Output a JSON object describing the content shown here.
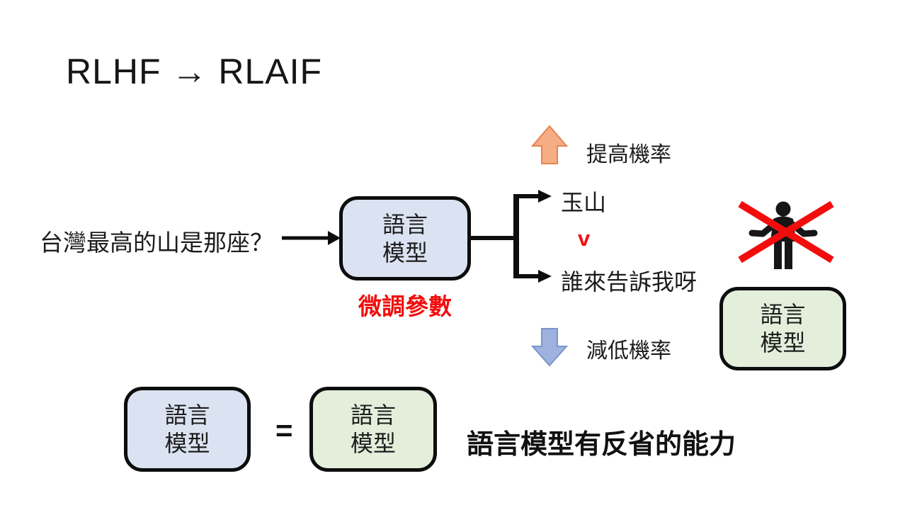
{
  "slide": {
    "title": "RLHF → RLAIF",
    "prompt": "台灣最高的山是那座？",
    "lm_label": {
      "line1": "語言",
      "line2": "模型"
    },
    "finetune_label": "微調參數",
    "output_good": "玉山",
    "preference_mark": "v",
    "output_bad": "誰來告訴我呀",
    "increase_label": "提高機率",
    "decrease_label": "減低機率",
    "equals_sign": "=",
    "conclusion": "語言模型有反省的能力"
  },
  "icons": {
    "up_arrow": "block-arrow-up",
    "down_arrow": "block-arrow-down",
    "person": "person-silhouette",
    "cross": "red-x-cross-out",
    "flow_arrows": "right-arrow"
  },
  "colors": {
    "background": "#ffffff",
    "text": "#1c1c1c",
    "red": "#f20d0d",
    "box_border": "#0d0d0d",
    "lm_blue_fill": "#dbe3f2",
    "lm_green_fill": "#e3efdb",
    "up_arrow_fill": "#f5ad84",
    "up_arrow_stroke": "#e8824f",
    "down_arrow_fill": "#9fb1de",
    "down_arrow_stroke": "#7a94cc",
    "connector": "#0d0d0d"
  }
}
